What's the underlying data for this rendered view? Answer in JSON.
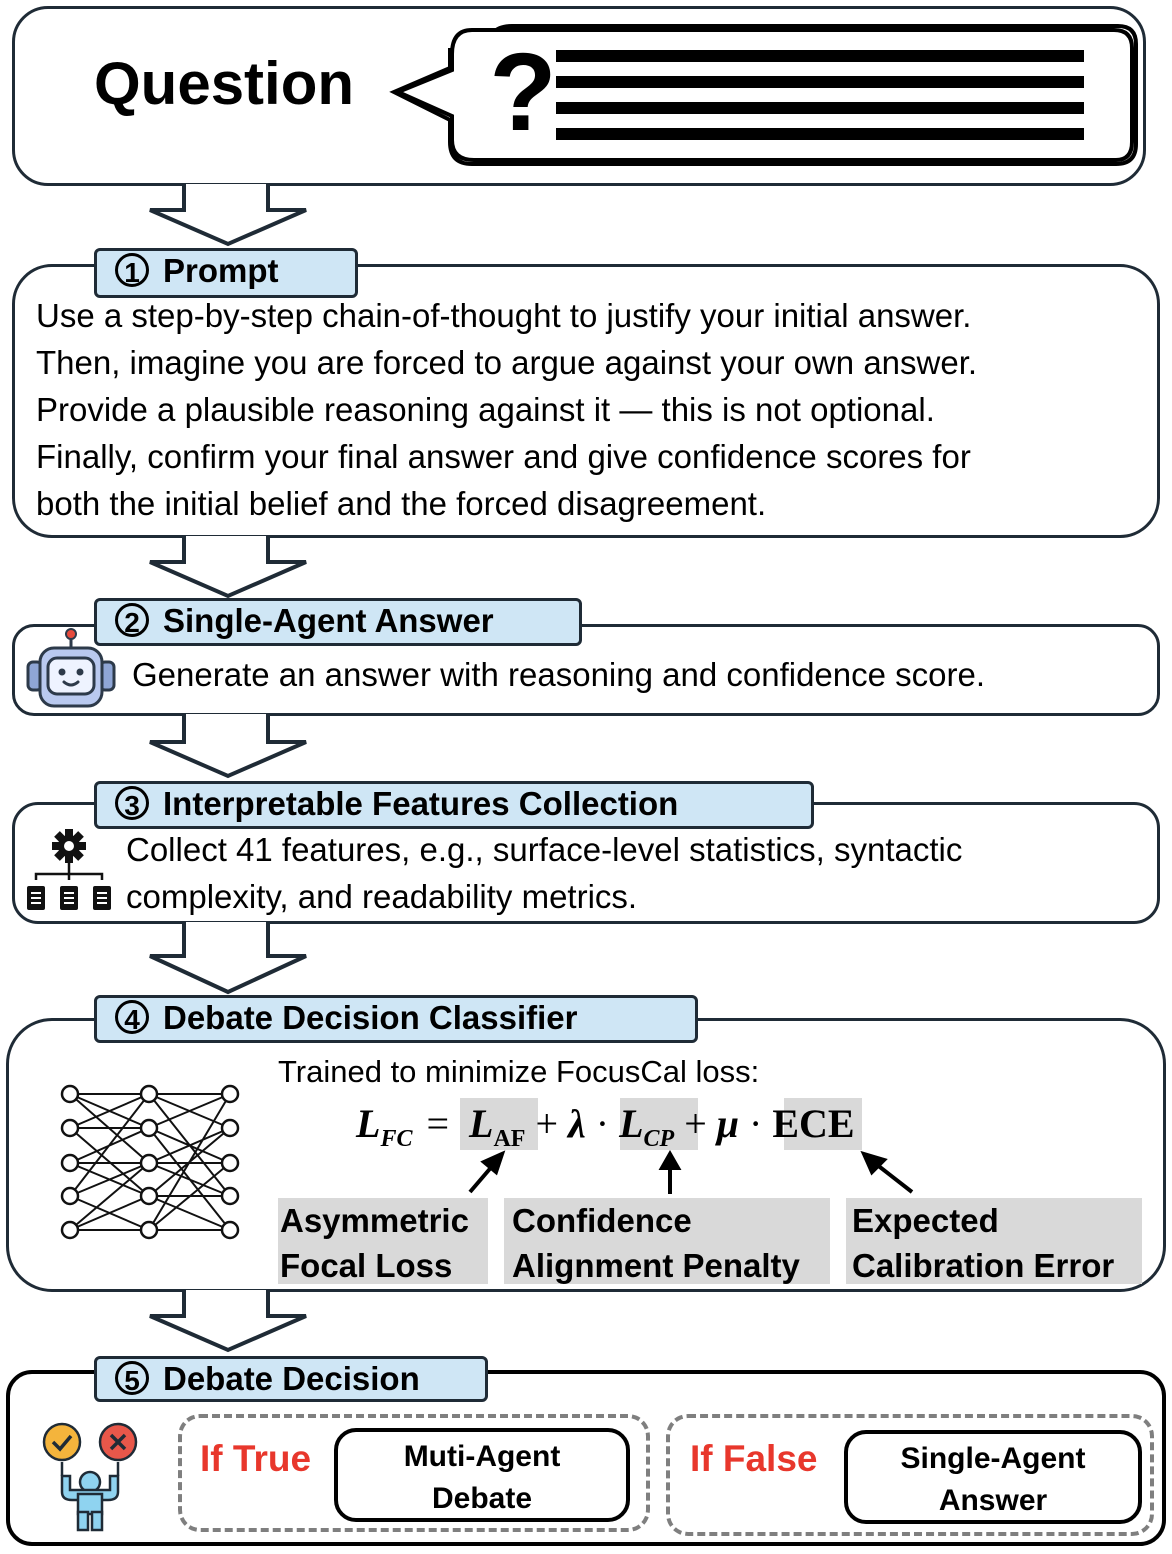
{
  "question": {
    "label": "Question",
    "mark": "?"
  },
  "steps": [
    {
      "num": "1",
      "title": "Prompt",
      "lines": [
        "Use a step-by-step chain-of-thought to justify your initial answer.",
        "Then, imagine you are forced to argue against your own answer.",
        "Provide a plausible reasoning against it — this is not optional.",
        "Finally, confirm your final answer and give confidence scores for",
        "both the initial belief and the forced disagreement."
      ]
    },
    {
      "num": "2",
      "title": "Single-Agent Answer",
      "lines": [
        "Generate an answer with reasoning and confidence score."
      ]
    },
    {
      "num": "3",
      "title": "Interpretable Features Collection",
      "lines": [
        "Collect 41 features, e.g., surface-level statistics, syntactic",
        "complexity, and readability metrics."
      ]
    },
    {
      "num": "4",
      "title": "Debate Decision Classifier",
      "lines": [
        "Trained to minimize FocusCal loss:"
      ]
    },
    {
      "num": "5",
      "title": "Debate Decision",
      "lines": []
    }
  ],
  "formula": {
    "lhs": "L",
    "lhs_sub": "FC",
    "eq": "=",
    "t1": "L",
    "t1_sub": "AF",
    "plus1": "+",
    "lambda": "λ",
    "dot1": "·",
    "t2": "L",
    "t2_sub": "CP",
    "plus2": "+",
    "mu": "μ",
    "dot2": "·",
    "t3": "ECE"
  },
  "loss_terms": [
    {
      "line1": "Asymmetric",
      "line2": "Focal Loss"
    },
    {
      "line1": "Confidence",
      "line2": "Alignment Penalty"
    },
    {
      "line1": "Expected",
      "line2": "Calibration Error"
    }
  ],
  "decision": {
    "true_label": "If True",
    "true_line1": "Muti-Agent",
    "true_line2": "Debate",
    "false_label": "If False",
    "false_line1": "Single-Agent",
    "false_line2": "Answer"
  },
  "icons": [
    "question-icon",
    "robot-icon",
    "feature-hierarchy-icon",
    "neural-network-icon",
    "decision-person-icon"
  ],
  "colors": {
    "tab_fill": "#cfe6f5",
    "border": "#1f2b36",
    "highlight": "#d9d9d9",
    "red_label": "#e8372c"
  }
}
